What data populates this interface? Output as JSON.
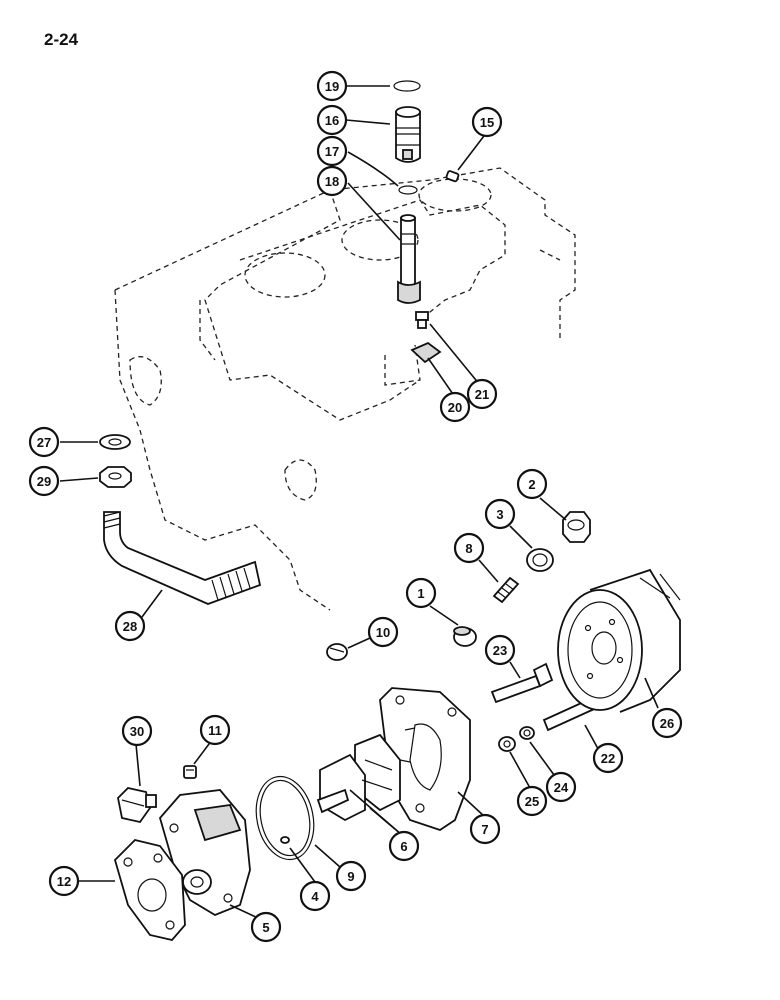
{
  "page": {
    "number": "2-24"
  },
  "callouts": [
    {
      "id": "19",
      "label": "19"
    },
    {
      "id": "16",
      "label": "16"
    },
    {
      "id": "15",
      "label": "15"
    },
    {
      "id": "17",
      "label": "17"
    },
    {
      "id": "18",
      "label": "18"
    },
    {
      "id": "21",
      "label": "21"
    },
    {
      "id": "20",
      "label": "20"
    },
    {
      "id": "27",
      "label": "27"
    },
    {
      "id": "29",
      "label": "29"
    },
    {
      "id": "2",
      "label": "2"
    },
    {
      "id": "3",
      "label": "3"
    },
    {
      "id": "8",
      "label": "8"
    },
    {
      "id": "1",
      "label": "1"
    },
    {
      "id": "10",
      "label": "10"
    },
    {
      "id": "28",
      "label": "28"
    },
    {
      "id": "23",
      "label": "23"
    },
    {
      "id": "26",
      "label": "26"
    },
    {
      "id": "30",
      "label": "30"
    },
    {
      "id": "11",
      "label": "11"
    },
    {
      "id": "22",
      "label": "22"
    },
    {
      "id": "24",
      "label": "24"
    },
    {
      "id": "25",
      "label": "25"
    },
    {
      "id": "7",
      "label": "7"
    },
    {
      "id": "6",
      "label": "6"
    },
    {
      "id": "9",
      "label": "9"
    },
    {
      "id": "4",
      "label": "4"
    },
    {
      "id": "12",
      "label": "12"
    },
    {
      "id": "5",
      "label": "5"
    }
  ]
}
